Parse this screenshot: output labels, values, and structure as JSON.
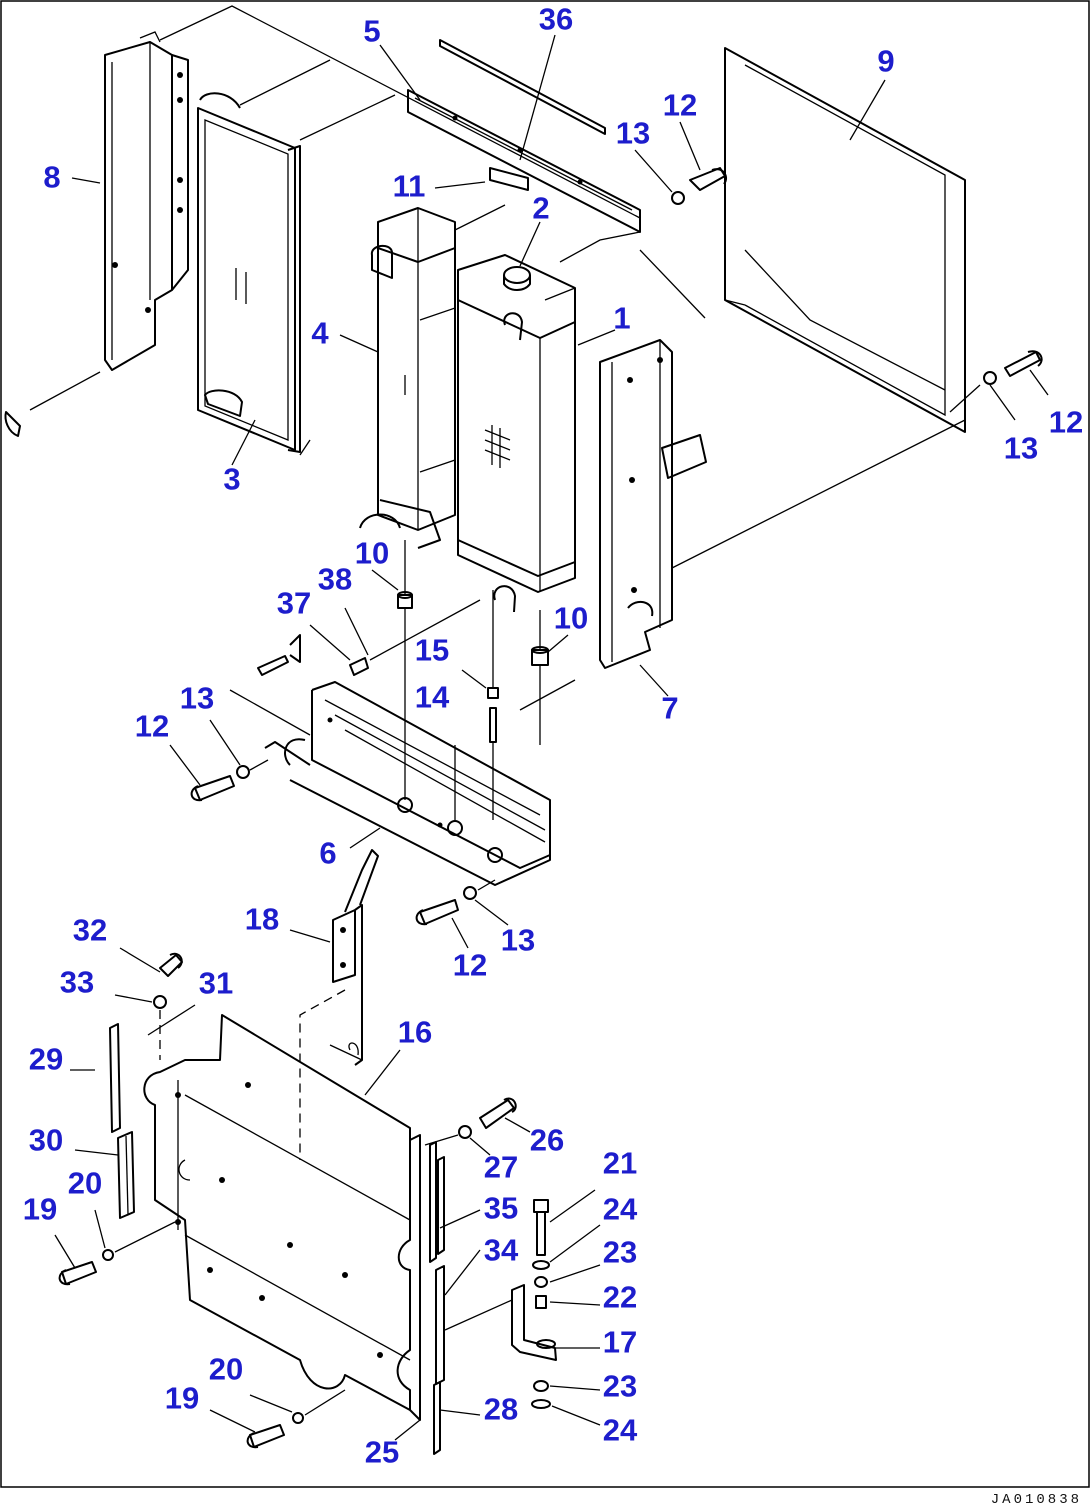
{
  "drawing_code": "JA010838",
  "callouts": [
    {
      "id": "c1",
      "label": "1"
    },
    {
      "id": "c2",
      "label": "2"
    },
    {
      "id": "c3",
      "label": "3"
    },
    {
      "id": "c4",
      "label": "4"
    },
    {
      "id": "c5",
      "label": "5"
    },
    {
      "id": "c6",
      "label": "6"
    },
    {
      "id": "c7",
      "label": "7"
    },
    {
      "id": "c8",
      "label": "8"
    },
    {
      "id": "c9",
      "label": "9"
    },
    {
      "id": "c10a",
      "label": "10"
    },
    {
      "id": "c10b",
      "label": "10"
    },
    {
      "id": "c11",
      "label": "11"
    },
    {
      "id": "c12a",
      "label": "12"
    },
    {
      "id": "c12b",
      "label": "12"
    },
    {
      "id": "c12c",
      "label": "12"
    },
    {
      "id": "c12d",
      "label": "12"
    },
    {
      "id": "c13a",
      "label": "13"
    },
    {
      "id": "c13b",
      "label": "13"
    },
    {
      "id": "c13c",
      "label": "13"
    },
    {
      "id": "c13d",
      "label": "13"
    },
    {
      "id": "c14",
      "label": "14"
    },
    {
      "id": "c15",
      "label": "15"
    },
    {
      "id": "c16",
      "label": "16"
    },
    {
      "id": "c17",
      "label": "17"
    },
    {
      "id": "c18",
      "label": "18"
    },
    {
      "id": "c19a",
      "label": "19"
    },
    {
      "id": "c19b",
      "label": "19"
    },
    {
      "id": "c20a",
      "label": "20"
    },
    {
      "id": "c20b",
      "label": "20"
    },
    {
      "id": "c21",
      "label": "21"
    },
    {
      "id": "c22",
      "label": "22"
    },
    {
      "id": "c23a",
      "label": "23"
    },
    {
      "id": "c23b",
      "label": "23"
    },
    {
      "id": "c24a",
      "label": "24"
    },
    {
      "id": "c24b",
      "label": "24"
    },
    {
      "id": "c25",
      "label": "25"
    },
    {
      "id": "c26",
      "label": "26"
    },
    {
      "id": "c27",
      "label": "27"
    },
    {
      "id": "c28",
      "label": "28"
    },
    {
      "id": "c29",
      "label": "29"
    },
    {
      "id": "c30",
      "label": "30"
    },
    {
      "id": "c31",
      "label": "31"
    },
    {
      "id": "c32",
      "label": "32"
    },
    {
      "id": "c33",
      "label": "33"
    },
    {
      "id": "c34",
      "label": "34"
    },
    {
      "id": "c35",
      "label": "35"
    },
    {
      "id": "c36",
      "label": "36"
    },
    {
      "id": "c37",
      "label": "37"
    },
    {
      "id": "c38",
      "label": "38"
    }
  ]
}
